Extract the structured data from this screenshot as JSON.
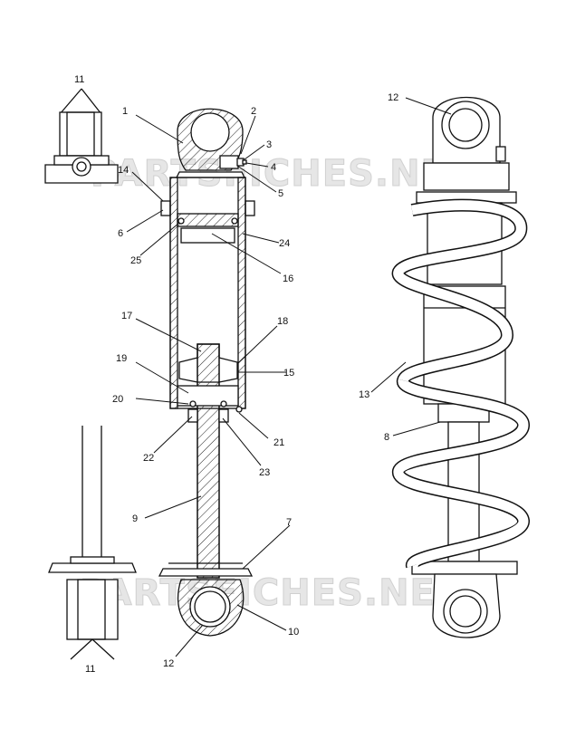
{
  "diagram": {
    "watermark_top": "PARTSFICHES.NET",
    "watermark_bottom": "PARTSFICHES.NET",
    "callouts": {
      "c1": "1",
      "c2": "2",
      "c3": "3",
      "c4": "4",
      "c5": "5",
      "c6": "6",
      "c7": "7",
      "c8": "8",
      "c9": "9",
      "c10": "10",
      "c11_top": "11",
      "c11_bottom": "11",
      "c12_top": "12",
      "c12_bottom": "12",
      "c13": "13",
      "c14": "14",
      "c15": "15",
      "c16": "16",
      "c17": "17",
      "c18": "18",
      "c19": "19",
      "c20": "20",
      "c21": "21",
      "c22": "22",
      "c23": "23",
      "c24": "24",
      "c25": "25"
    }
  }
}
